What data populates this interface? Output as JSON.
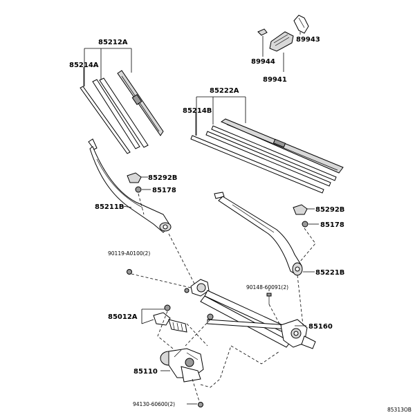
{
  "labels": {
    "p85212A": "85212A",
    "p85214A": "85214A",
    "p89943": "89943",
    "p89944": "89944",
    "p89941": "89941",
    "p85222A": "85222A",
    "p85214B": "85214B",
    "p85292B_left": "85292B",
    "p85178_left": "85178",
    "p85211B": "85211B",
    "p85292B_right": "85292B",
    "p85178_right": "85178",
    "p90119": "90119-A0100(2)",
    "p85221B": "85221B",
    "p90148": "90148-60091(2)",
    "p85012A": "85012A",
    "p85160": "85160",
    "p85110": "85110",
    "p94130": "94130-60600(2)"
  },
  "diagram_ref": "85313OB"
}
